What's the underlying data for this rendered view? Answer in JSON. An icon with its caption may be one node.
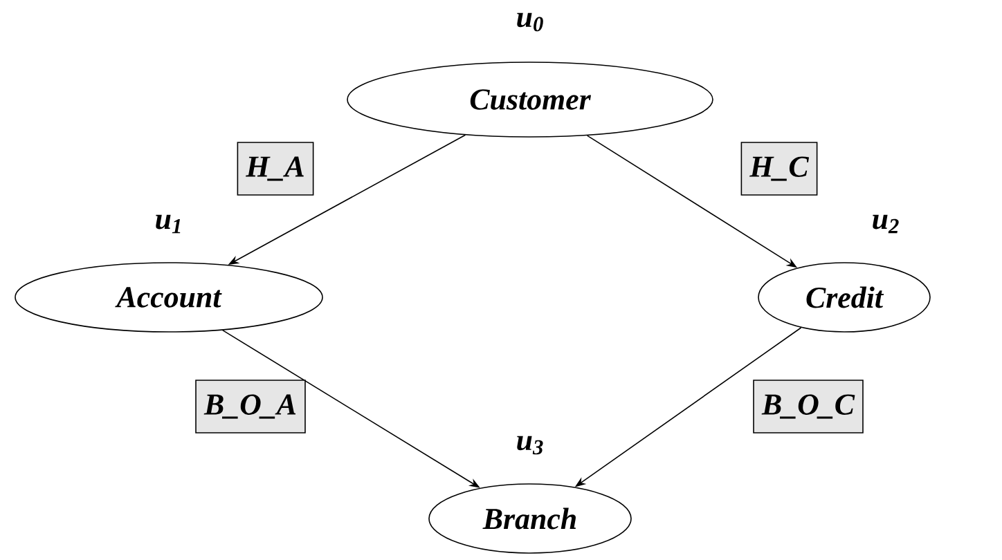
{
  "diagram": {
    "nodes": [
      {
        "text": [
          "Customer"
        ],
        "beside": [
          "u$_{0}$"
        ]
      },
      {
        "text": [
          "Account"
        ],
        "beside": [
          "u$_{1}$"
        ]
      },
      {
        "text": [
          "Credit"
        ],
        "beside": [
          "u$_{2}$"
        ]
      },
      {
        "text": [
          "Branch"
        ],
        "beside": [
          "u$_{3}$"
        ]
      }
    ],
    "edges": [
      {
        "from": 0,
        "to": 1,
        "arrow": "to",
        "label": "H_A"
      },
      {
        "from": 0,
        "to": 2,
        "arrow": "to",
        "label": "H_C"
      },
      {
        "from": 1,
        "to": 3,
        "arrow": "to",
        "label": "B_O_A"
      },
      {
        "from": 2,
        "to": 3,
        "arrow": "to",
        "label": "B_O_C"
      }
    ]
  }
}
